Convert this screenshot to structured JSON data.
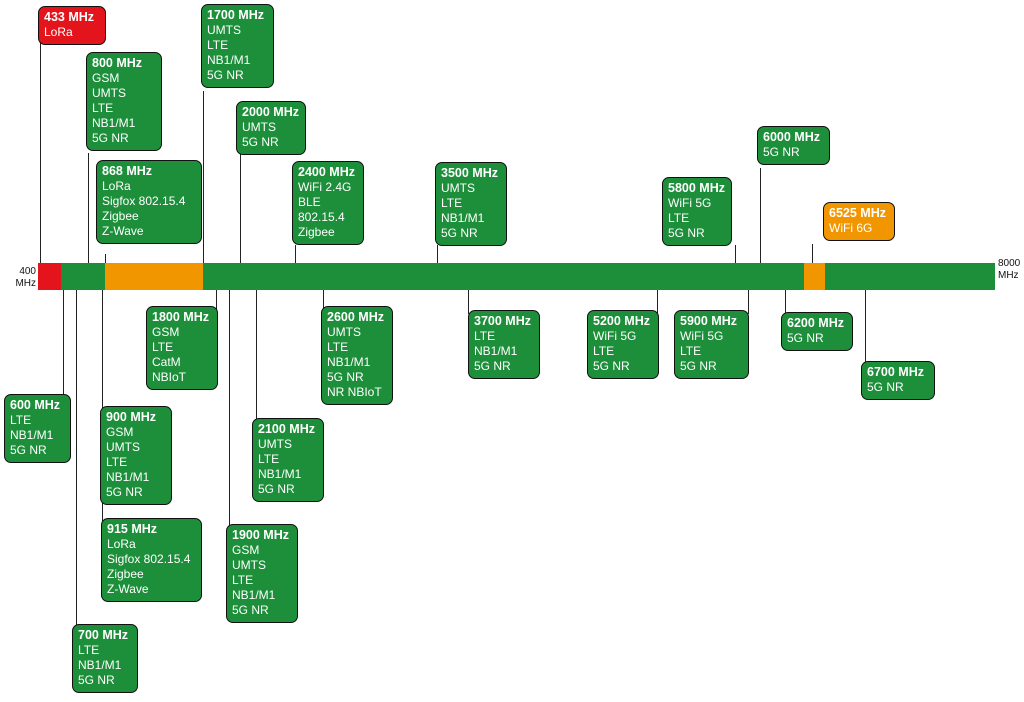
{
  "colors": {
    "lte": "#1d8f3a",
    "lora": "#e3141b",
    "ism": "#f29600"
  },
  "axis": {
    "start_label_line1": "400",
    "start_label_line2": "MHz",
    "end_label_line1": "8000",
    "end_label_line2": "MHz"
  },
  "bands": [
    {
      "freq": "433 MHz",
      "techs": [
        "LoRa"
      ],
      "color": "lora"
    },
    {
      "freq": "800 MHz",
      "techs": [
        "GSM",
        "UMTS",
        "LTE",
        "NB1/M1",
        "5G NR"
      ],
      "color": "lte"
    },
    {
      "freq": "868 MHz",
      "techs": [
        "LoRa",
        "Sigfox 802.15.4",
        "Zigbee",
        "Z-Wave"
      ],
      "color": "lte"
    },
    {
      "freq": "1700 MHz",
      "techs": [
        "UMTS",
        "LTE",
        "NB1/M1",
        "5G NR"
      ],
      "color": "lte"
    },
    {
      "freq": "2000 MHz",
      "techs": [
        "UMTS",
        "5G NR"
      ],
      "color": "lte"
    },
    {
      "freq": "2400 MHz",
      "techs": [
        "WiFi 2.4G",
        "BLE",
        "802.15.4",
        "Zigbee"
      ],
      "color": "lte"
    },
    {
      "freq": "3500 MHz",
      "techs": [
        "UMTS",
        "LTE",
        "NB1/M1",
        "5G NR"
      ],
      "color": "lte"
    },
    {
      "freq": "5800 MHz",
      "techs": [
        "WiFi 5G",
        "LTE",
        "5G NR"
      ],
      "color": "lte"
    },
    {
      "freq": "6000 MHz",
      "techs": [
        "5G NR"
      ],
      "color": "lte"
    },
    {
      "freq": "6525 MHz",
      "techs": [
        "WiFi 6G"
      ],
      "color": "ism"
    },
    {
      "freq": "1800 MHz",
      "techs": [
        "GSM",
        "LTE",
        "CatM",
        "NBIoT"
      ],
      "color": "lte"
    },
    {
      "freq": "2600 MHz",
      "techs": [
        "UMTS",
        "LTE",
        "NB1/M1",
        "5G NR",
        "NR NBIoT"
      ],
      "color": "lte"
    },
    {
      "freq": "3700 MHz",
      "techs": [
        "LTE",
        "NB1/M1",
        "5G NR"
      ],
      "color": "lte"
    },
    {
      "freq": "5200 MHz",
      "techs": [
        "WiFi 5G",
        "LTE",
        "5G NR"
      ],
      "color": "lte"
    },
    {
      "freq": "5900 MHz",
      "techs": [
        "WiFi 5G",
        "LTE",
        "5G NR"
      ],
      "color": "lte"
    },
    {
      "freq": "6200 MHz",
      "techs": [
        "5G NR"
      ],
      "color": "lte"
    },
    {
      "freq": "6700 MHz",
      "techs": [
        "5G NR"
      ],
      "color": "lte"
    },
    {
      "freq": "600 MHz",
      "techs": [
        "LTE",
        "NB1/M1",
        "5G NR"
      ],
      "color": "lte"
    },
    {
      "freq": "900 MHz",
      "techs": [
        "GSM",
        "UMTS",
        "LTE",
        "NB1/M1",
        "5G NR"
      ],
      "color": "lte"
    },
    {
      "freq": "2100 MHz",
      "techs": [
        "UMTS",
        "LTE",
        "NB1/M1",
        "5G NR"
      ],
      "color": "lte"
    },
    {
      "freq": "915 MHz",
      "techs": [
        "LoRa",
        "Sigfox 802.15.4",
        "Zigbee",
        "Z-Wave"
      ],
      "color": "lte"
    },
    {
      "freq": "1900 MHz",
      "techs": [
        "GSM",
        "UMTS",
        "LTE",
        "NB1/M1",
        "5G NR"
      ],
      "color": "lte"
    },
    {
      "freq": "700 MHz",
      "techs": [
        "LTE",
        "NB1/M1",
        "5G NR"
      ],
      "color": "lte"
    }
  ]
}
